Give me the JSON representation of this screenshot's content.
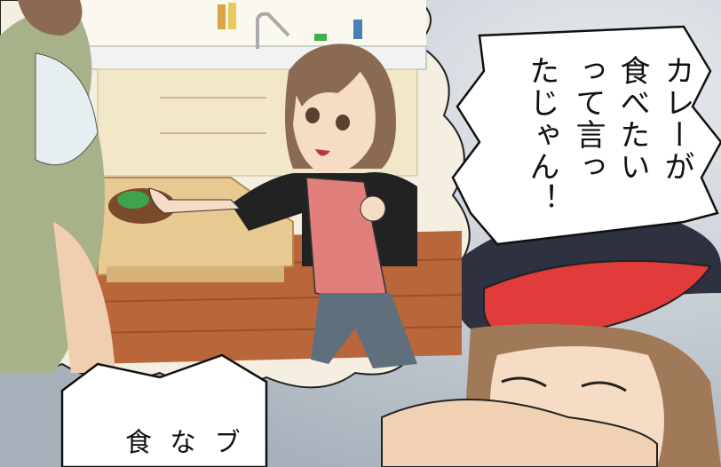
{
  "bubble_right": {
    "lines": [
      "カレーが",
      "食べたい",
      "って言っ",
      "たじゃん！"
    ]
  },
  "bubble_bottom": {
    "lines": [
      "ブ",
      "な",
      "食"
    ]
  },
  "palette": {
    "background": "#cfd5dc",
    "apron": "#e07f7c",
    "cap": "#e23b3b",
    "hair": "#8a6a52",
    "floor": "#b8663a",
    "table": "#e9c992"
  }
}
